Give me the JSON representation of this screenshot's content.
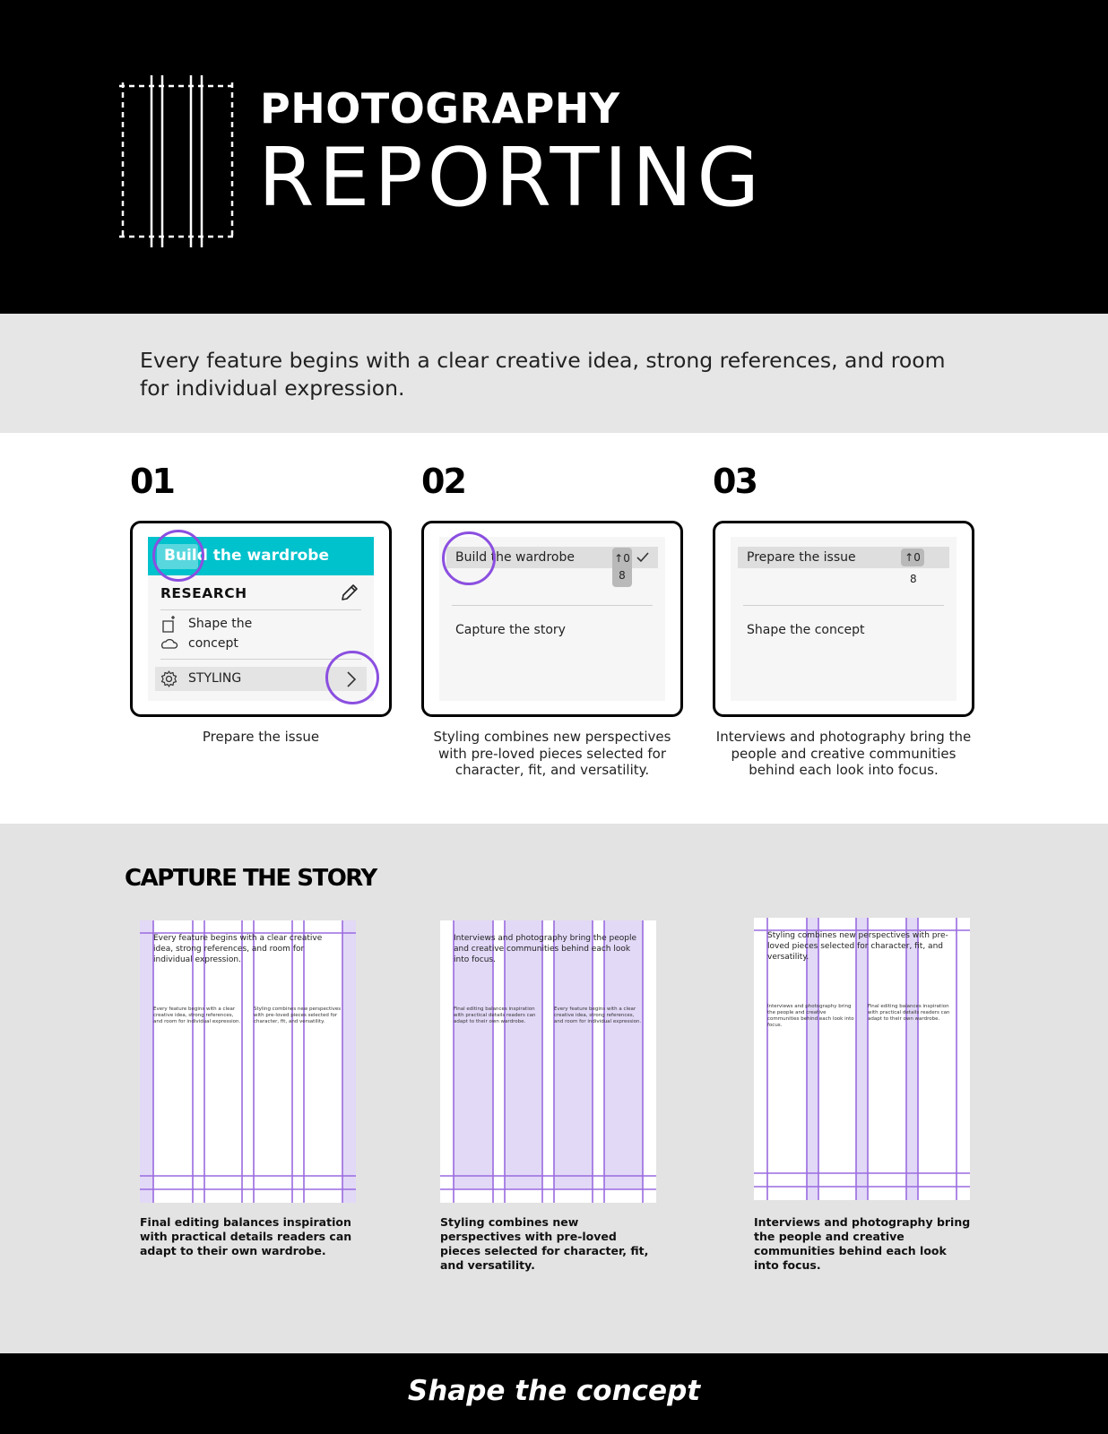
{
  "header": {
    "kicker": "PHOTOGRAPHY",
    "title": "REPORTING",
    "logo_icon": "film-strip-icon"
  },
  "intro": {
    "text": "Every feature begins with a clear creative idea, strong references, and room for individual expression."
  },
  "steps": [
    {
      "number": "01",
      "caption": "Prepare the issue",
      "card": {
        "bar_label": "Build the wardrobe",
        "heading": "RESEARCH",
        "item_line1": "Shape the",
        "item_line2": "concept",
        "styling_label": "STYLING"
      }
    },
    {
      "number": "02",
      "caption": "Styling combines new perspectives with pre-loved pieces selected for character, fit, and versatility.",
      "card": {
        "row1": "Build the wardrobe",
        "badge": "↑0",
        "badge2": "8",
        "row2": "Capture the story"
      }
    },
    {
      "number": "03",
      "caption": "Interviews and photography bring the people and creative communities behind each look into focus.",
      "card": {
        "row1": "Prepare the issue",
        "badge": "↑0",
        "badge2": "8",
        "row2": "Shape the concept"
      }
    }
  ],
  "capture": {
    "title": "CAPTURE THE STORY",
    "thumbs": [
      {
        "lead": "Every feature begins with a clear creative idea, strong references, and room for individual expression.",
        "col_a": "Every feature begins with a clear creative idea, strong references, and room for individual expression.",
        "col_b": "Styling combines new perspectives with pre-loved pieces selected for character, fit, and versatility.",
        "caption": "Final editing balances inspiration with practical details readers can adapt to their own wardrobe."
      },
      {
        "lead": "Interviews and photography bring the people and creative communities behind each look into focus.",
        "col_a": "Final editing balances inspiration with practical details readers can adapt to their own wardrobe.",
        "col_b": "Every feature begins with a clear creative idea, strong references, and room for individual expression.",
        "caption": "Styling combines new perspectives with pre-loved pieces selected for character, fit, and versatility."
      },
      {
        "lead": "Styling combines new perspectives with pre-loved pieces selected for character, fit, and versatility.",
        "col_a": "Interviews and photography bring the people and creative communities behind each look into focus.",
        "col_b": "Final editing balances inspiration with practical details readers can adapt to their own wardrobe.",
        "caption": "Interviews and photography bring the people and creative communities behind each look into focus."
      }
    ]
  },
  "footer": {
    "text": "Shape the concept"
  },
  "colors": {
    "header_bg": "#000000",
    "band_bg": "#e6e6e6",
    "accent_teal": "#00c2cc",
    "accent_purple": "#8b4fe0",
    "grid_fill": "#e2d9f7"
  }
}
